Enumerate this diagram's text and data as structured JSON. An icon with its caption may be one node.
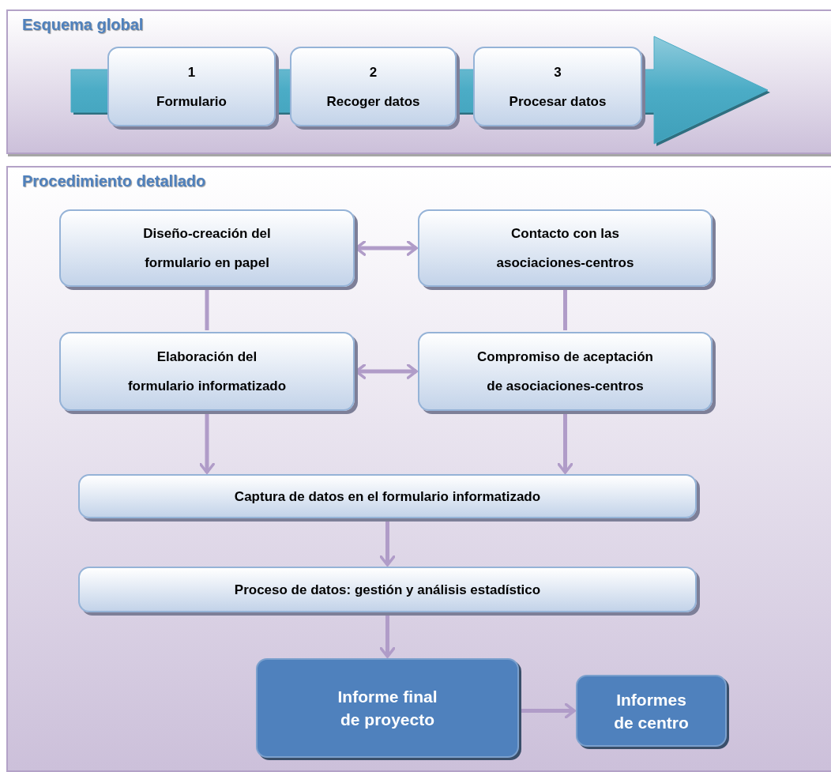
{
  "diagram": {
    "nodes": [
      {
        "text": [
          "Esquema global"
        ]
      },
      {
        "text": [
          "1",
          "Formulario"
        ],
        "in": 0
      },
      {
        "text": [
          "2",
          "Recoger datos"
        ],
        "in": 0
      },
      {
        "text": [
          "3",
          "Procesar datos"
        ],
        "in": 0
      },
      {
        "text": [
          "Procedimiento detallado"
        ]
      },
      {
        "text": [
          "Diseño-creación del formulario en papel"
        ],
        "in": 4
      },
      {
        "text": [
          "Contacto con las asociaciones-centros"
        ],
        "in": 4
      },
      {
        "text": [
          "Elaboración del formulario informatizado"
        ],
        "in": 4
      },
      {
        "text": [
          "Compromiso de aceptación de asociaciones-centros"
        ],
        "in": 4
      },
      {
        "text": [
          "Captura de datos en el formulario informatizado"
        ],
        "in": 4
      },
      {
        "text": [
          "Proceso de datos: gestión y análisis estadístico"
        ],
        "in": 4
      },
      {
        "text": [
          "Informe final de proyecto"
        ],
        "in": 4
      },
      {
        "text": [
          "Informes de centro"
        ],
        "in": 4
      }
    ],
    "edges": [
      {
        "from": 5,
        "to": 6,
        "arrow": "both"
      },
      {
        "from": 5,
        "to": 7,
        "arrow": "none"
      },
      {
        "from": 6,
        "to": 8,
        "arrow": "none"
      },
      {
        "from": 7,
        "to": 8,
        "arrow": "both"
      },
      {
        "from": 7,
        "to": 9,
        "arrow": "to"
      },
      {
        "from": 8,
        "to": 9,
        "arrow": "to"
      },
      {
        "from": 9,
        "to": 10,
        "arrow": "to"
      },
      {
        "from": 10,
        "to": 11,
        "arrow": "to"
      },
      {
        "from": 11,
        "to": 12,
        "arrow": "to"
      }
    ]
  }
}
